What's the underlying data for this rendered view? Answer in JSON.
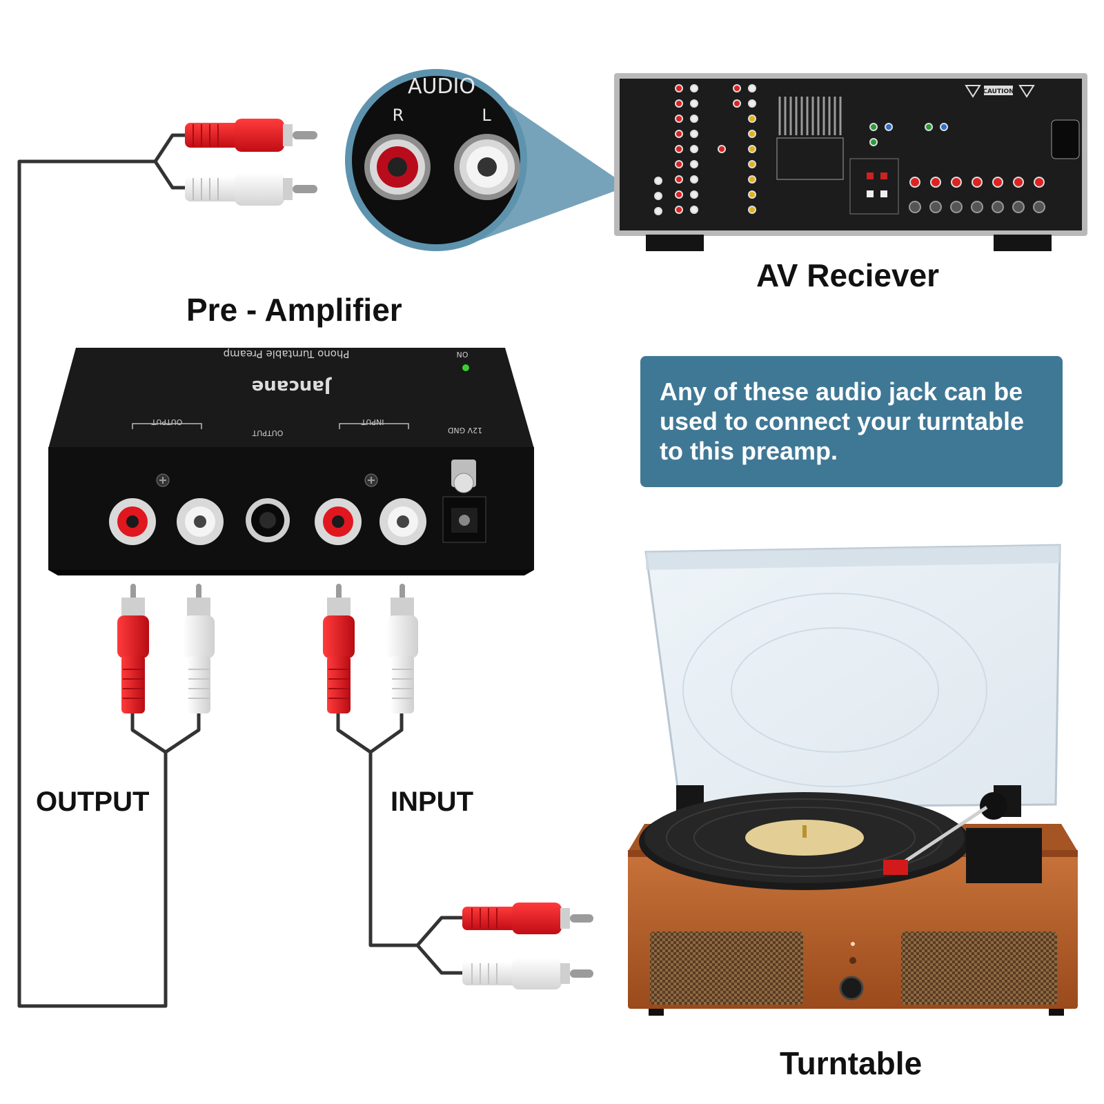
{
  "labels": {
    "av_receiver": "AV Reciever",
    "pre_amplifier": "Pre - Amplifier",
    "turntable": "Turntable",
    "output": "OUTPUT",
    "input": "INPUT"
  },
  "callout": {
    "text": "Any of these audio jack can be used to connect your turntable to this preamp."
  },
  "zoom_inset": {
    "title": "AUDIO",
    "right": "R",
    "left": "L"
  },
  "preamp": {
    "brand": "Jancane",
    "model": "Phono  Turntable  Preamp",
    "power_led": "ON",
    "port_output_rl": "OUTPUT",
    "port_output_jack": "OUTPUT",
    "port_input": "INPUT",
    "port_power": "12V GND",
    "led_color": "#39d02f"
  },
  "receiver": {
    "caution": "CAUTION"
  },
  "colors": {
    "rca_red": "#e0171f",
    "rca_white": "#f2f2f2",
    "callout_bg": "#3f7895",
    "cable": "#333333",
    "wood": "#b5602a"
  }
}
